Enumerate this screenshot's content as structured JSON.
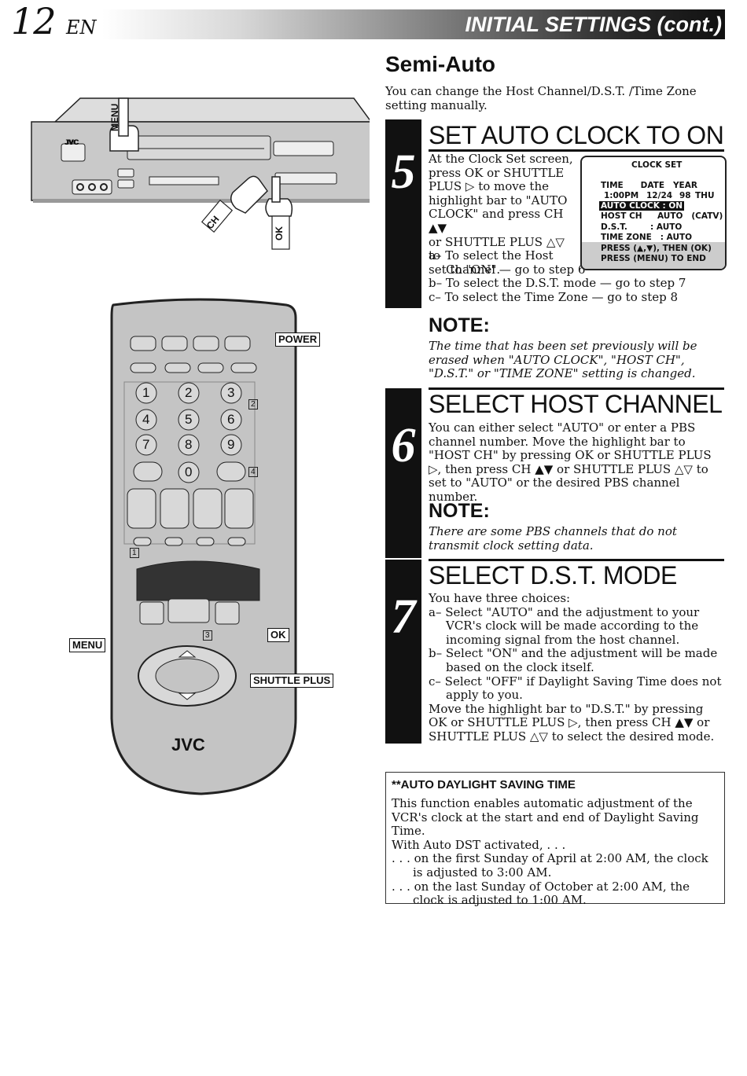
{
  "header": {
    "page_number": "12",
    "language": "EN",
    "title": "INITIAL SETTINGS (cont.)"
  },
  "section": {
    "title": "Semi-Auto",
    "intro": "You can change the Host Channel/D.S.T. /Time Zone setting manually."
  },
  "step5": {
    "number": "5",
    "title": "SET AUTO CLOCK TO ON",
    "lines": [
      "At the Clock Set screen,",
      "press OK or SHUTTLE",
      "PLUS ▷ to move the",
      "highlight bar to \"AUTO",
      "CLOCK\" and press CH ▲▼",
      "or SHUTTLE PLUS △▽ to",
      "set to \"ON\"."
    ],
    "options": [
      "a– To select the Host Channel — go to step 6",
      "b– To select the D.S.T. mode — go to step 7",
      "c– To select the Time Zone — go to step 8"
    ],
    "note_heading": "NOTE:",
    "note": "The time that has been set previously will be erased when \"AUTO CLOCK\", \"HOST CH\", \"D.S.T.\" or \"TIME ZONE\" setting is changed."
  },
  "osd": {
    "title": "CLOCK SET",
    "header_row": "TIME      DATE   YEAR",
    "time": "1:00PM",
    "date": "12/24",
    "year": "98",
    "day": "THU",
    "auto_clock": "AUTO CLOCK : ON",
    "host_ch_label": "HOST CH",
    "host_ch_value": "AUTO   (CATV)",
    "dst_row": "D.S.T.        : AUTO",
    "tz_row": "TIME ZONE   : AUTO",
    "press1": "PRESS (▲,▼), THEN (OK)",
    "press2": "PRESS (MENU) TO END"
  },
  "step6": {
    "number": "6",
    "title": "SELECT HOST CHANNEL",
    "text": "You can either select \"AUTO\" or enter a PBS channel number. Move the highlight bar to \"HOST CH\" by pressing OK or SHUTTLE PLUS ▷, then press CH ▲▼ or SHUTTLE PLUS △▽ to set to \"AUTO\" or the desired PBS channel number.",
    "note_heading": "NOTE:",
    "note": "There are some PBS channels that do not transmit clock setting data."
  },
  "step7": {
    "number": "7",
    "title": "SELECT D.S.T. MODE",
    "intro": "You have three choices:",
    "options": [
      "a– Select \"AUTO\" and the adjustment to your VCR's clock will be made according to the incoming signal from the host channel.",
      "b– Select \"ON\" and the adjustment will be made based on the clock itself.",
      "c– Select \"OFF\" if Daylight Saving Time does not apply to you."
    ],
    "outro": "Move the highlight bar to \"D.S.T.\" by pressing OK or SHUTTLE PLUS ▷, then press CH ▲▼ or SHUTTLE PLUS △▽ to select the desired mode."
  },
  "dst_box": {
    "title": "**AUTO DAYLIGHT SAVING TIME",
    "lines": [
      "This function enables automatic adjustment of the VCR's clock at the start and end of Daylight Saving Time.",
      "With Auto DST activated, . . .",
      ". . . on the first Sunday of April at 2:00 AM, the clock is adjusted to 3:00 AM.",
      ". . . on the last Sunday of October at 2:00 AM, the clock is adjusted to 1:00 AM."
    ]
  },
  "illustration": {
    "vcr_brand": "JVC",
    "remote_brand": "JVC",
    "labels": {
      "menu_top": "MENU",
      "ch": "CH",
      "ok_top": "OK",
      "power": "POWER",
      "menu": "MENU",
      "ok": "OK",
      "shuttle_plus": "SHUTTLE PLUS"
    },
    "keypad": [
      "1",
      "2",
      "3",
      "4",
      "5",
      "6",
      "7",
      "8",
      "9",
      "0"
    ],
    "side_marks": [
      "2",
      "4",
      "1",
      "3"
    ]
  }
}
